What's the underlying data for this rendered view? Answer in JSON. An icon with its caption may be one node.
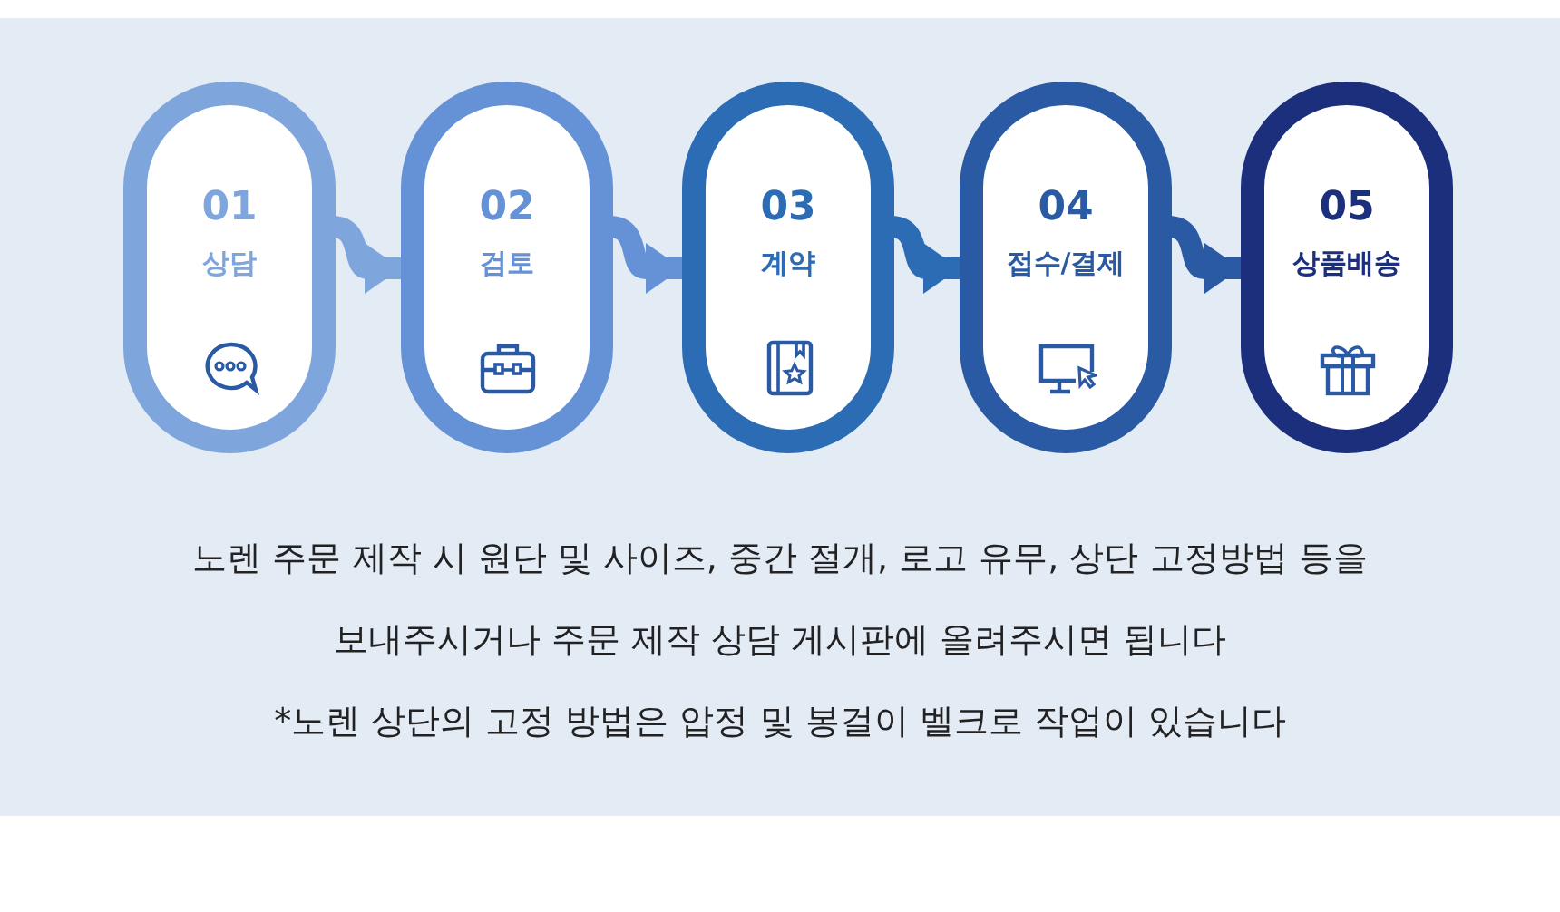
{
  "diagram": {
    "nodes": [
      {
        "text": [
          "01",
          "상담"
        ]
      },
      {
        "text": [
          "02",
          "검토"
        ]
      },
      {
        "text": [
          "03",
          "계약"
        ]
      },
      {
        "text": [
          "04",
          "접수/결제"
        ]
      },
      {
        "text": [
          "05",
          "상품배송"
        ]
      }
    ],
    "edges": [
      {
        "from": 0,
        "to": 1,
        "arrow": "to"
      },
      {
        "from": 1,
        "to": 2,
        "arrow": "to"
      },
      {
        "from": 2,
        "to": 3,
        "arrow": "to"
      },
      {
        "from": 3,
        "to": 4,
        "arrow": "to"
      }
    ],
    "labels": [
      "노렌 주문 제작 시 원단 및 사이즈, 중간 절개, 로고 유무, 상단 고정방법 등을",
      "보내주시거나 주문 제작 상담 게시판에 올려주시면 됩니다",
      "*노렌 상단의 고정 방법은 압정 및 봉걸이 벨크로 작업이 있습니다"
    ]
  }
}
